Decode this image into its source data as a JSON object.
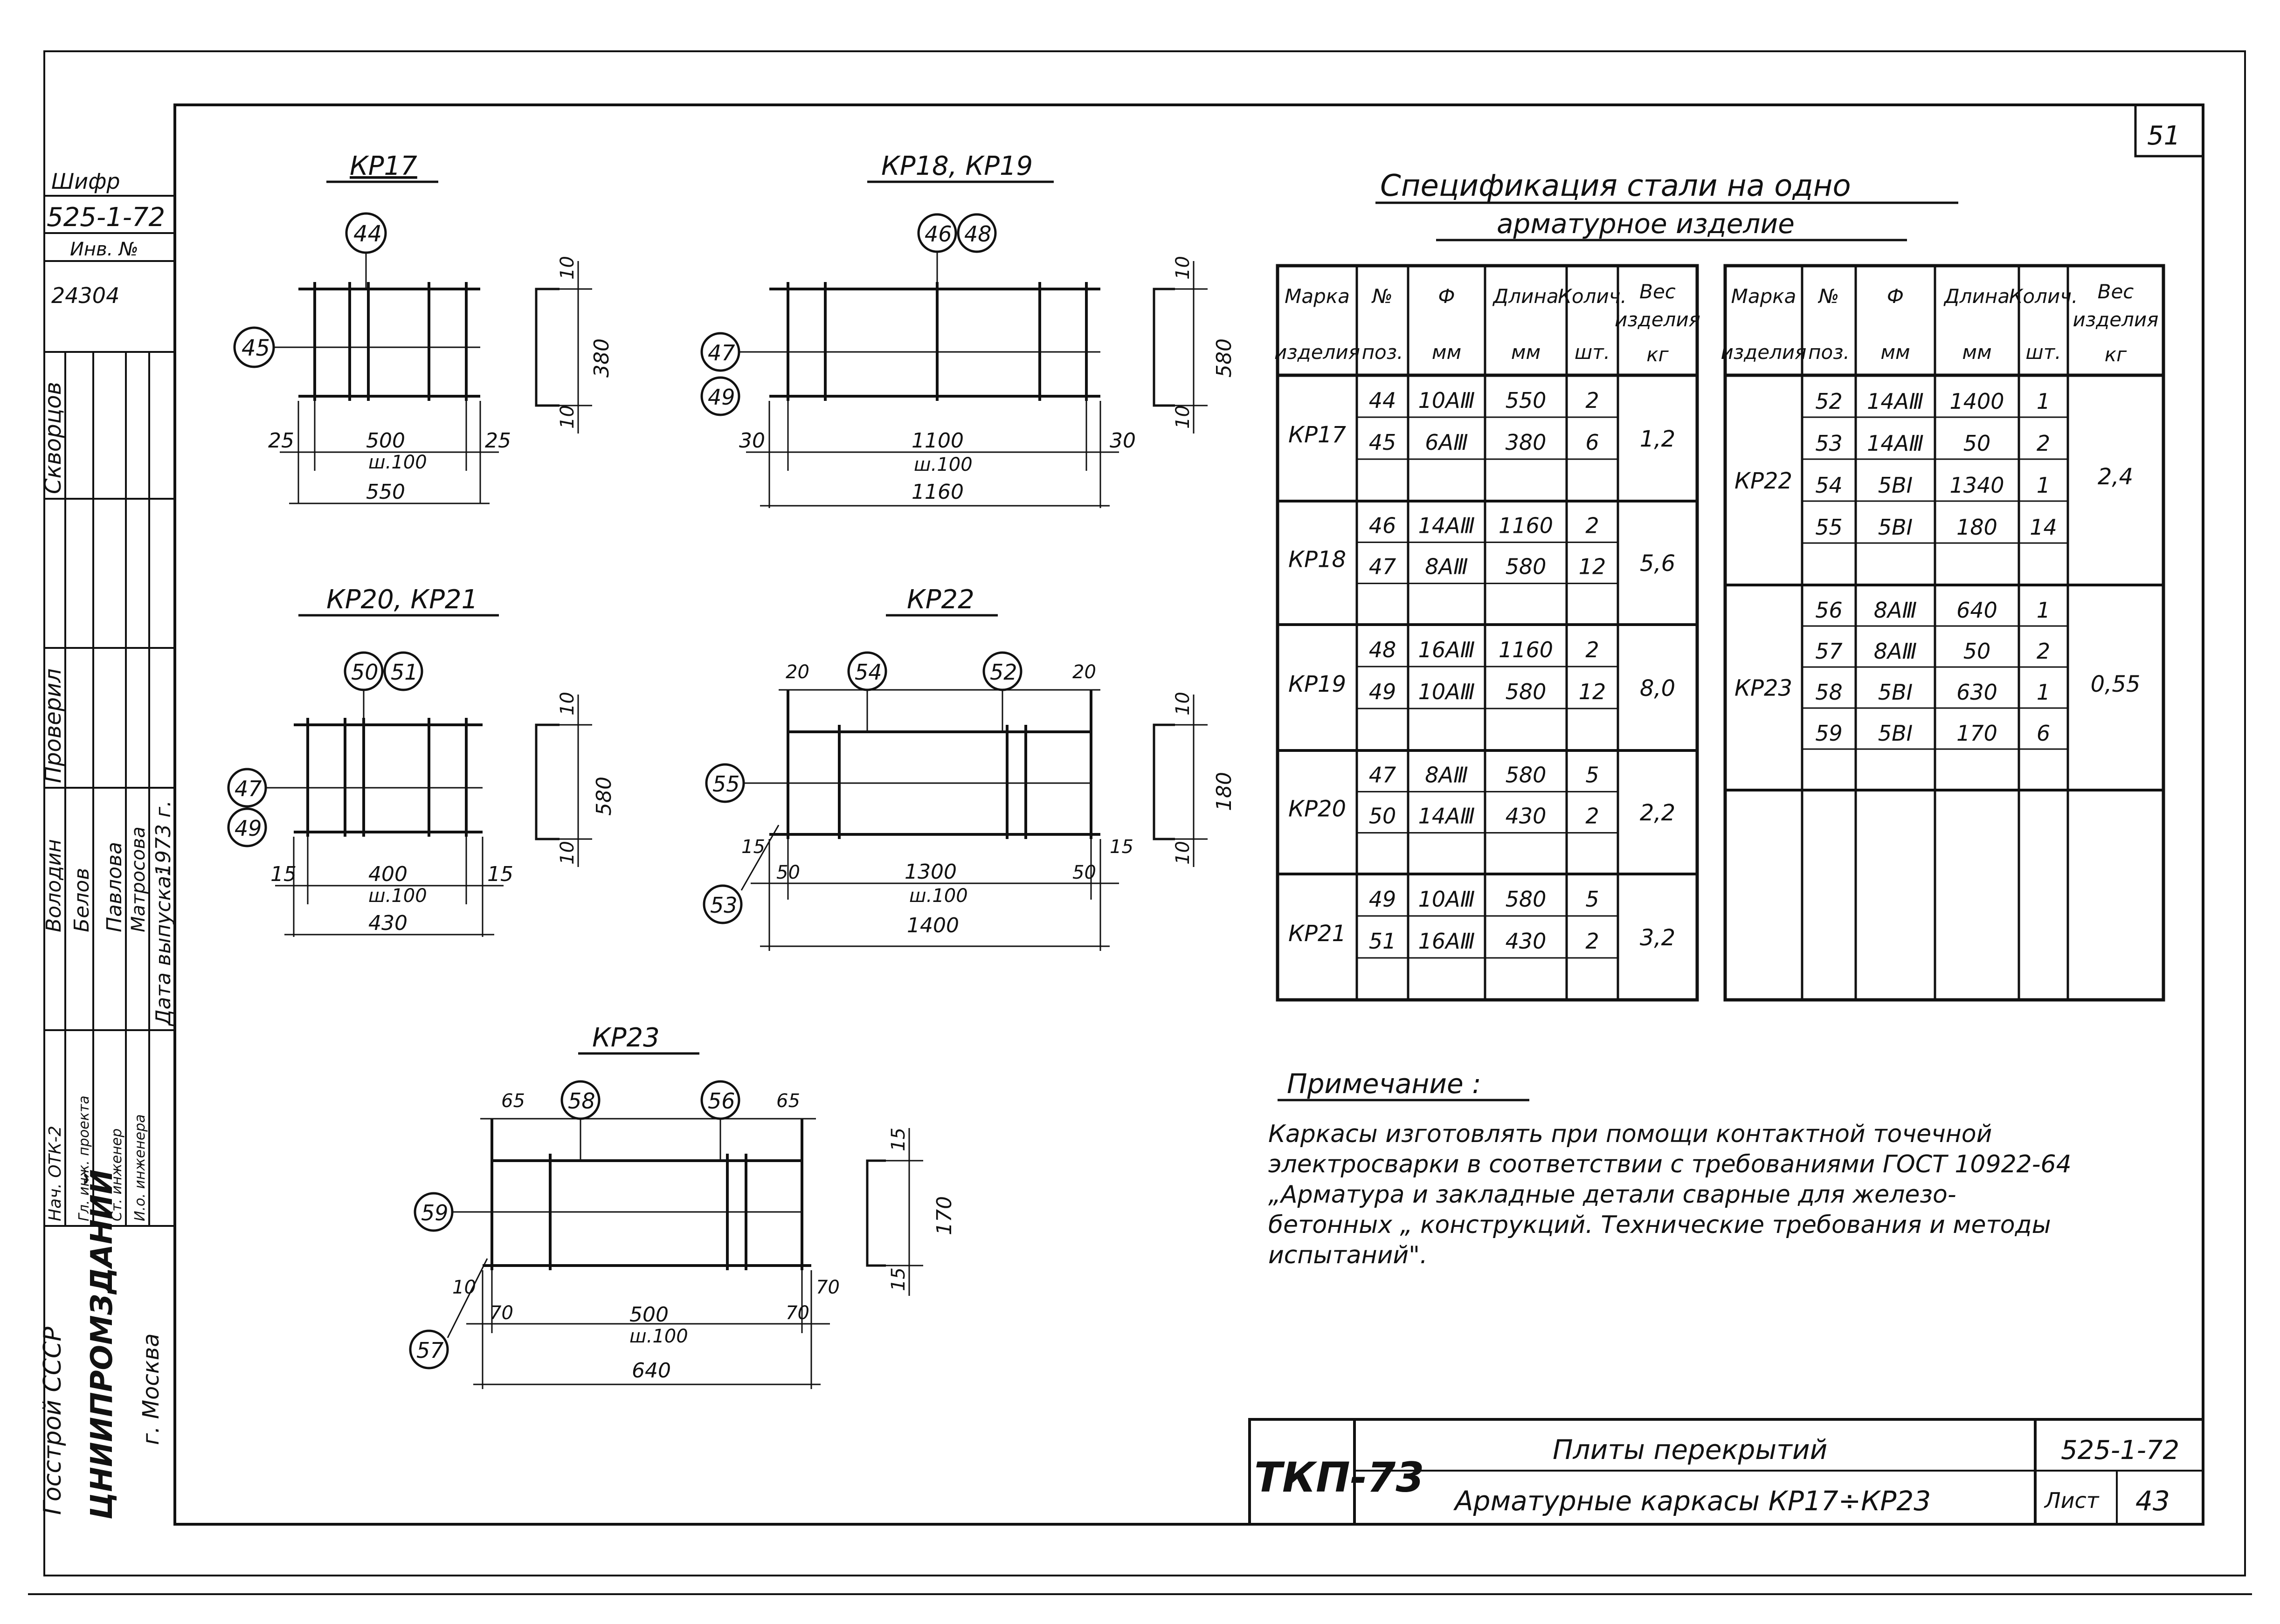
{
  "sheet": {
    "page_number": "51",
    "shifr_label": "Шифр",
    "shifr_value": "525-1-72",
    "inv_label": "Инв. №",
    "inv_value": "24304",
    "signers_surnames": [
      "Скворцов",
      "Проверил",
      "Володин",
      "Белов",
      "Павлова",
      "Матросова"
    ],
    "staff": [
      {
        "role": "Нач. ОТК-2",
        "name": "Володин"
      },
      {
        "role": "Гл. инж. проекта",
        "name": "Белов"
      },
      {
        "role": "Ст. инженер",
        "name": "Павлова"
      },
      {
        "role": "И.о. инженера",
        "name": "Матросова"
      }
    ],
    "check_label": "Проверил",
    "check_name": "Скворцов",
    "release_label": "Дата выпуска:",
    "release_year": "1973 г.",
    "org_1": "Госстрой СССР",
    "org_2": "ЦНИИПРОМЗДАНИЙ",
    "org_3": "г. Москва"
  },
  "drawings": {
    "kp17": {
      "title": "КР17",
      "pos_top": "44",
      "pos_left": "45",
      "dims": [
        "25",
        "500",
        "ш.100",
        "25",
        "550"
      ],
      "side": [
        "10",
        "380",
        "10"
      ]
    },
    "kp18": {
      "title": "КР18, КР19",
      "pos_top_a": "46",
      "pos_top_b": "48",
      "pos_left_a": "47",
      "pos_left_b": "49",
      "dims": [
        "30",
        "1100",
        "ш.100",
        "30",
        "1160"
      ],
      "side": [
        "10",
        "580",
        "10"
      ]
    },
    "kp20": {
      "title": "КР20, КР21",
      "pos_top_a": "50",
      "pos_top_b": "51",
      "pos_left_a": "47",
      "pos_left_b": "49",
      "dims": [
        "15",
        "400",
        "ш.100",
        "15",
        "430"
      ],
      "side": [
        "10",
        "580",
        "10"
      ]
    },
    "kp22": {
      "title": "КР22",
      "pos_a": "54",
      "pos_b": "52",
      "pos_left": "55",
      "pos_bottom": "53",
      "dims": [
        "20",
        "20",
        "15",
        "50",
        "1300",
        "ш.100",
        "50",
        "15",
        "1400"
      ],
      "side": [
        "10",
        "180",
        "10"
      ]
    },
    "kp23": {
      "title": "КР23",
      "pos_a": "58",
      "pos_b": "56",
      "pos_left": "59",
      "pos_bottom": "57",
      "dims": [
        "65",
        "65",
        "10",
        "70",
        "500",
        "ш.100",
        "70",
        "70",
        "640"
      ],
      "side": [
        "15",
        "170",
        "15"
      ]
    }
  },
  "spec": {
    "title_line1": "Спецификация   стали   на   одно",
    "title_line2": "арматурное   изделие",
    "headers": [
      [
        "Марка",
        "изделия"
      ],
      [
        "№",
        "поз."
      ],
      [
        "Ф",
        "мм"
      ],
      [
        "Длина",
        "мм"
      ],
      [
        "Колич.",
        "шт."
      ],
      [
        "Вес",
        "изделия",
        "кг"
      ]
    ],
    "left": [
      {
        "mark": "КР17",
        "weight": "1,2",
        "rows": [
          [
            "44",
            "10AⅢ",
            "550",
            "2"
          ],
          [
            "45",
            "6AⅢ",
            "380",
            "6"
          ]
        ]
      },
      {
        "mark": "КР18",
        "weight": "5,6",
        "rows": [
          [
            "46",
            "14AⅢ",
            "1160",
            "2"
          ],
          [
            "47",
            "8AⅢ",
            "580",
            "12"
          ]
        ]
      },
      {
        "mark": "КР19",
        "weight": "8,0",
        "rows": [
          [
            "48",
            "16AⅢ",
            "1160",
            "2"
          ],
          [
            "49",
            "10AⅢ",
            "580",
            "12"
          ]
        ]
      },
      {
        "mark": "КР20",
        "weight": "2,2",
        "rows": [
          [
            "47",
            "8AⅢ",
            "580",
            "5"
          ],
          [
            "50",
            "14AⅢ",
            "430",
            "2"
          ]
        ]
      },
      {
        "mark": "КР21",
        "weight": "3,2",
        "rows": [
          [
            "49",
            "10AⅢ",
            "580",
            "5"
          ],
          [
            "51",
            "16AⅢ",
            "430",
            "2"
          ]
        ]
      }
    ],
    "right": [
      {
        "mark": "КР22",
        "weight": "2,4",
        "rows": [
          [
            "52",
            "14AⅢ",
            "1400",
            "1"
          ],
          [
            "53",
            "14AⅢ",
            "50",
            "2"
          ],
          [
            "54",
            "5BⅠ",
            "1340",
            "1"
          ],
          [
            "55",
            "5BⅠ",
            "180",
            "14"
          ]
        ]
      },
      {
        "mark": "КР23",
        "weight": "0,55",
        "rows": [
          [
            "56",
            "8AⅢ",
            "640",
            "1"
          ],
          [
            "57",
            "8AⅢ",
            "50",
            "2"
          ],
          [
            "58",
            "5BⅠ",
            "630",
            "1"
          ],
          [
            "59",
            "5BⅠ",
            "170",
            "6"
          ]
        ]
      }
    ]
  },
  "note": {
    "title": "Примечание :",
    "lines": [
      "Каркасы   изготовлять  при помощи  контактной  точечной",
      "электросварки  в соответствии с требованиями  ГОСТ  10922-64",
      "„Арматура  и закладные   детали  сварные  для  железо-",
      "бетонных „  конструкций. Технические  требования  и  методы",
      "испытаний\"."
    ]
  },
  "stamp": {
    "code": "ТКП-73",
    "line1": "Плиты   перекрытий",
    "line2": "Арматурные  каркасы  КР17÷КР23",
    "series": "525-1-72",
    "sheet_label": "Лист",
    "sheet_no": "43"
  }
}
